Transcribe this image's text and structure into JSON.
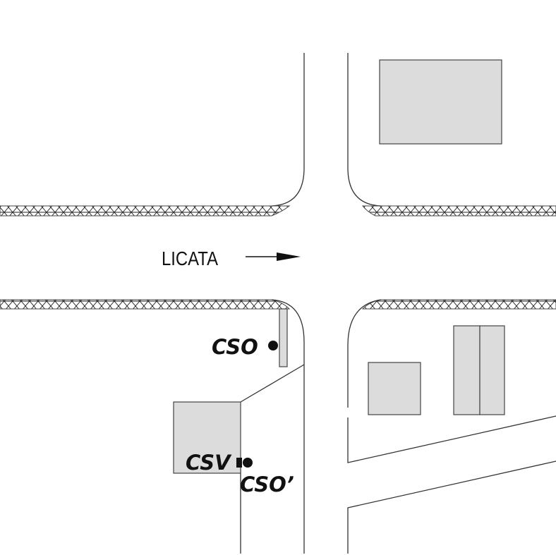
{
  "map": {
    "direction_label": "LICATA",
    "stations": {
      "cso": "CSO",
      "csv": "CSV",
      "cso_prime": "CSO’"
    },
    "colors": {
      "building_fill": "#dcdcdc",
      "line": "#333333",
      "marker": "#111111"
    }
  }
}
